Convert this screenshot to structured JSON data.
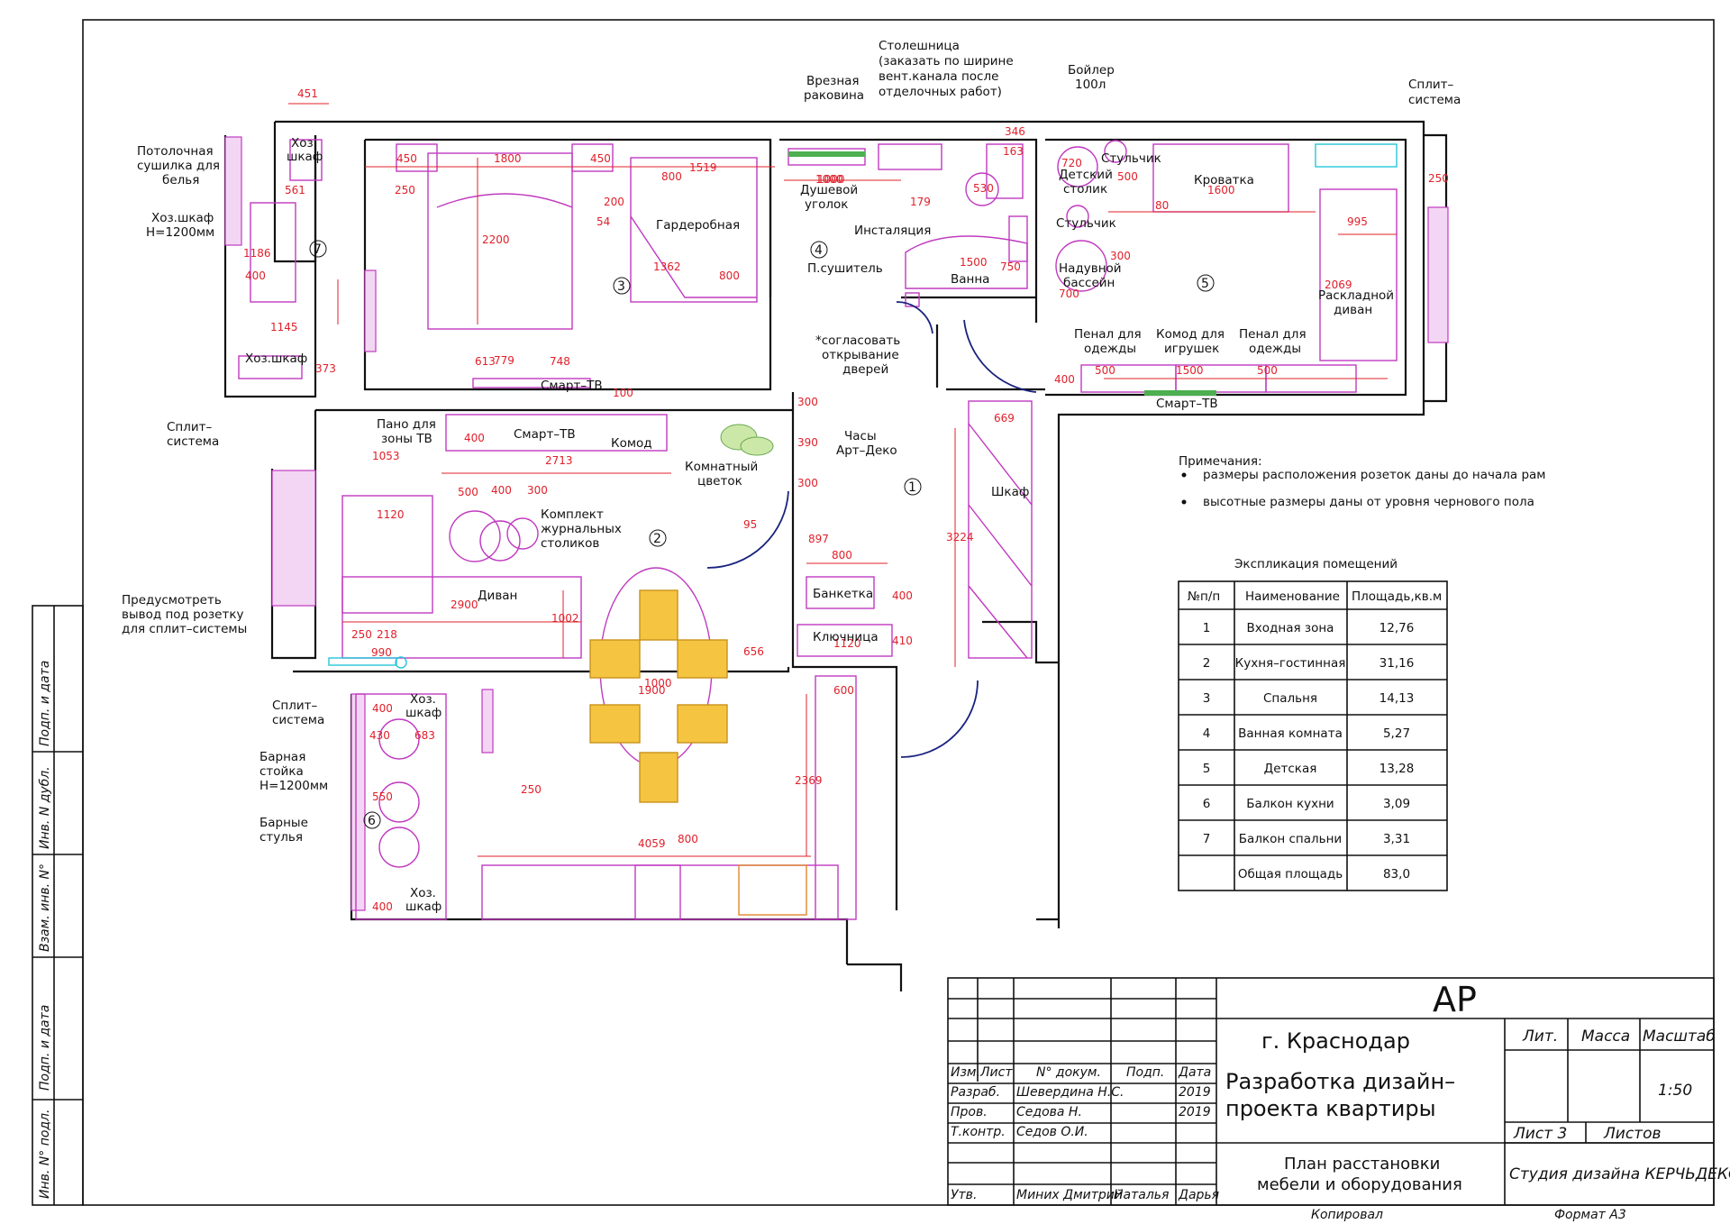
{
  "sheet": {
    "code": "АР",
    "city": "г. Краснодар",
    "project_title_line1": "Разработка дизайн–",
    "project_title_line2": "проекта квартиры",
    "drawing_title_line1": "План расстановки",
    "drawing_title_line2": "мебели и оборудования",
    "studio": "Студия дизайна КЕРЧЬДЕКОР",
    "scale": "1:50",
    "sheet_no": "Лист 3",
    "sheets": "Листов",
    "lit_label": "Лит.",
    "mass_label": "Масса",
    "scale_label": "Масштаб",
    "copied": "Копировал",
    "format": "Формат А3",
    "header_row": [
      "Изм.",
      "Лист",
      "N° докум.",
      "Подп.",
      "Дата"
    ],
    "signatures": [
      {
        "role": "Разраб.",
        "name": "Шевердина Н.С.",
        "date": "2019"
      },
      {
        "role": "Пров.",
        "name": "Седова Н.",
        "date": "2019"
      },
      {
        "role": "Т.контр.",
        "name": "Седов О.И.",
        "date": ""
      },
      {
        "role": "Утв.",
        "name": "Миних Дмитрий",
        "extra1": "Наталья",
        "extra2": "Дарья"
      }
    ],
    "side_stamps": [
      "Инв. N° подл.",
      "Подп. и дата",
      "Взам. инв. N°",
      "Инв. N дубл.",
      "Подп. и дата"
    ]
  },
  "notes": {
    "title": "Примечания:",
    "items": [
      "размеры расположения розеток даны до начала рам",
      "высотные размеры даны от уровня чернового пола"
    ]
  },
  "explication": {
    "title": "Экспликация помещений",
    "headers": [
      "№п/п",
      "Наименование",
      "Площадь,кв.м"
    ],
    "rows": [
      [
        "1",
        "Входная зона",
        "12,76"
      ],
      [
        "2",
        "Кухня–гостинная",
        "31,16"
      ],
      [
        "3",
        "Спальня",
        "14,13"
      ],
      [
        "4",
        "Ванная комната",
        "5,27"
      ],
      [
        "5",
        "Детская",
        "13,28"
      ],
      [
        "6",
        "Балкон кухни",
        "3,09"
      ],
      [
        "7",
        "Балкон спальни",
        "3,31"
      ],
      [
        "",
        "Общая площадь",
        "83,0"
      ]
    ]
  },
  "plan_labels": {
    "stoleshnitsa": "Столешница",
    "stoleshnitsa2": "(заказать по ширине",
    "stoleshnitsa3": "вент.канала после",
    "stoleshnitsa4": "отделочных работ)",
    "sink1": "Врезная",
    "sink2": "раковина",
    "boiler1": "Бойлер",
    "boiler2": "100л",
    "split_top1": "Сплит–",
    "split_top2": "система",
    "ceiling_dryer1": "Потолочная",
    "ceiling_dryer2": "сушилка для",
    "ceiling_dryer3": "белья",
    "storage1": "Хоз.шкаф",
    "storage2": "Н=1200мм",
    "hoz_shkaf_a": "Хоз.",
    "hoz_shkaf_b": "шкаф",
    "hoz_shkaf_line": "Хоз.шкаф",
    "split_left1": "Сплит–",
    "split_left2": "система",
    "wardrobe": "Гардеробная",
    "shower1": "Душевой",
    "shower2": "уголок",
    "install": "Инсталяция",
    "towel": "П.сушитель",
    "bath": "Ванна",
    "agree1": "*согласовать",
    "agree2": "открывание",
    "agree3": "дверей",
    "kids_table1": "Детский",
    "kids_table2": "столик",
    "stool1": "Стульчик",
    "stool2": "Стульчик",
    "crib": "Кроватка",
    "pool1": "Надувной",
    "pool2": "бассейн",
    "sofa_bed1": "Раскладной",
    "sofa_bed2": "диван",
    "penal1a": "Пенал для",
    "penal1b": "одежды",
    "toys1": "Комод для",
    "toys2": "игрушек",
    "penal2a": "Пенал для",
    "penal2b": "одежды",
    "smart_tv": "Смарт–ТВ",
    "smart_tv2": "Смарт–ТВ",
    "smart_tv3": "Смарт–ТВ",
    "pano1": "Пано для",
    "pano2": "зоны ТВ",
    "komod": "Комод",
    "flower1": "Комнатный",
    "flower2": "цветок",
    "clock1": "Часы",
    "clock2": "Арт–Деко",
    "tables1": "Комплект",
    "tables2": "журнальных",
    "tables3": "столиков",
    "sofa": "Диван",
    "wardrobe_entry": "Шкаф",
    "bench": "Банкетка",
    "keys": "Ключница",
    "socket1": "Предусмотреть",
    "socket2": "вывод под розетку",
    "socket3": "для сплит–системы",
    "split3a": "Сплит–",
    "split3b": "система",
    "bar1": "Барная",
    "bar2": "стойка",
    "bar3": "Н=1200мм",
    "barch1": "Барные",
    "barch2": "стулья",
    "room_nums": [
      "1",
      "2",
      "3",
      "4",
      "5",
      "6",
      "7"
    ]
  },
  "dimensions": [
    "451",
    "450",
    "1800",
    "450",
    "250",
    "800",
    "1519",
    "1000",
    "200",
    "54",
    "1362",
    "800",
    "561",
    "1186",
    "400",
    "1145",
    "373",
    "2200",
    "613",
    "779",
    "748",
    "100",
    "1000",
    "179",
    "530",
    "1500",
    "750",
    "346",
    "163",
    "500",
    "720",
    "300",
    "700",
    "80",
    "1600",
    "995",
    "2069",
    "250",
    "500",
    "1500",
    "500",
    "400",
    "669",
    "3224",
    "300",
    "390",
    "300",
    "95",
    "897",
    "800",
    "400",
    "410",
    "1120",
    "1053",
    "400",
    "2713",
    "500",
    "400",
    "300",
    "1120",
    "2900",
    "1002",
    "250",
    "218",
    "990",
    "656",
    "1900",
    "1000",
    "400",
    "430",
    "683",
    "550",
    "600",
    "250",
    "2369",
    "4059",
    "800",
    "400"
  ],
  "colors": {
    "walls": "#111111",
    "furniture": "#c03ac0",
    "dimensions": "#e0202a",
    "doors": "#1a237e",
    "chairs": "#f5c542",
    "sockets": "#4caf50",
    "split": "#26c6da"
  }
}
